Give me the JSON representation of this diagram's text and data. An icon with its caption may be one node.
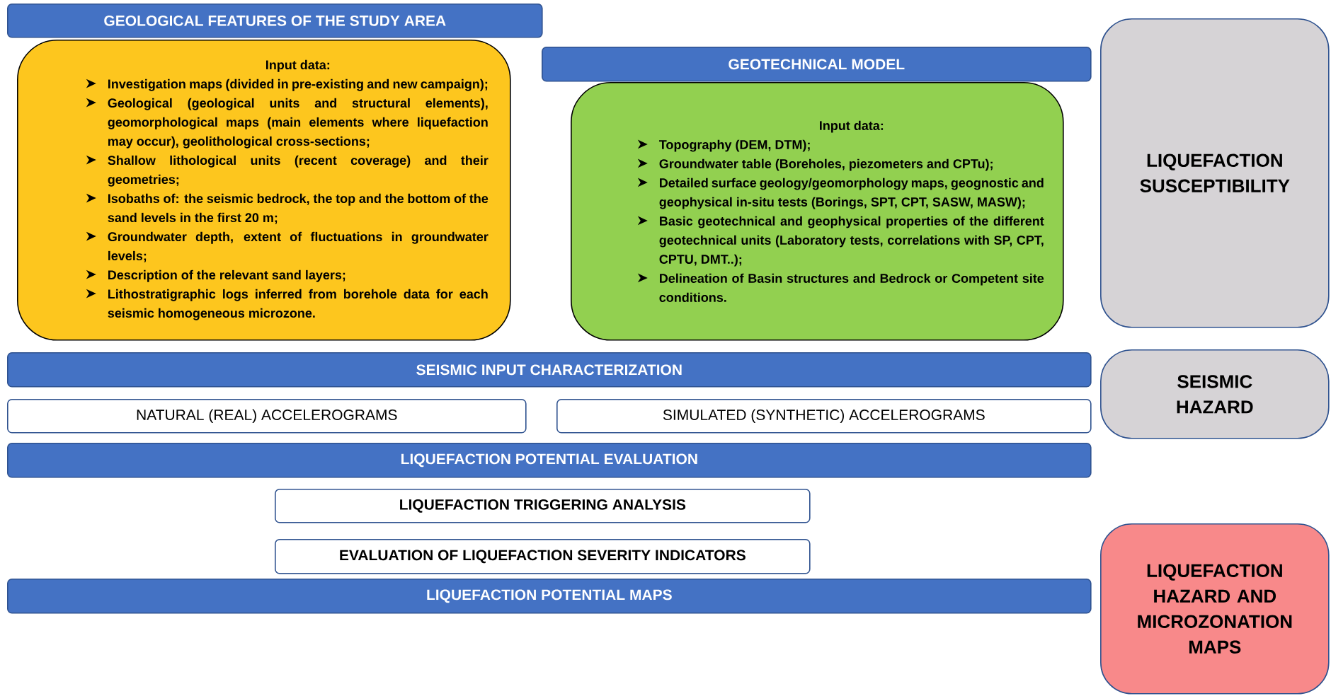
{
  "diagram": {
    "nodes": [
      {
        "text": [
          "GEOLOGICAL FEATURES OF THE STUDY AREA"
        ]
      },
      {
        "text": [
          "Input data:",
          "Investigation maps (divided in pre-existing and new campaign);",
          "Geological (geological units and structural elements), geomorphological maps (main elements where liquefaction may occur), geolithological cross-sections;",
          "Shallow lithological units (recent coverage) and their geometries;",
          "Isobaths of: the seismic bedrock, the top and the bottom of the sand levels in the first 20 m;",
          "Groundwater depth, extent of fluctuations in groundwater levels;",
          "Description of the relevant sand layers;",
          "Lithostratigraphic logs inferred from borehole data for each seismic homogeneous microzone."
        ]
      },
      {
        "text": [
          "GEOTECHNICAL MODEL"
        ]
      },
      {
        "text": [
          "Input data:",
          "Topography (DEM, DTM);",
          "Groundwater table (Boreholes, piezometers and CPTu);",
          "Detailed surface geology/geomorphology maps, geognostic and geophysical in-situ tests (Borings, SPT, CPT, SASW, MASW);",
          "Basic geotechnical and geophysical properties of the different geotechnical units (Laboratory tests, correlations with SP, CPT, CPTU, DMT..);",
          "Delineation of Basin structures and Bedrock or Competent site conditions."
        ]
      },
      {
        "text": [
          "LIQUEFACTION SUSCEPTIBILITY"
        ]
      },
      {
        "text": [
          "SEISMIC INPUT CHARACTERIZATION"
        ]
      },
      {
        "text": [
          "NATURAL (REAL) ACCELEROGRAMS"
        ]
      },
      {
        "text": [
          "SIMULATED (SYNTHETIC) ACCELEROGRAMS"
        ]
      },
      {
        "text": [
          "SEISMIC HAZARD"
        ]
      },
      {
        "text": [
          "LIQUEFACTION POTENTIAL EVALUATION"
        ]
      },
      {
        "text": [
          "LIQUEFACTION TRIGGERING ANALYSIS"
        ]
      },
      {
        "text": [
          "EVALUATION OF LIQUEFACTION SEVERITY INDICATORS"
        ]
      },
      {
        "text": [
          "LIQUEFACTION POTENTIAL MAPS"
        ]
      },
      {
        "text": [
          "LIQUEFACTION HAZARD AND MICROZONATION MAPS"
        ]
      }
    ]
  }
}
